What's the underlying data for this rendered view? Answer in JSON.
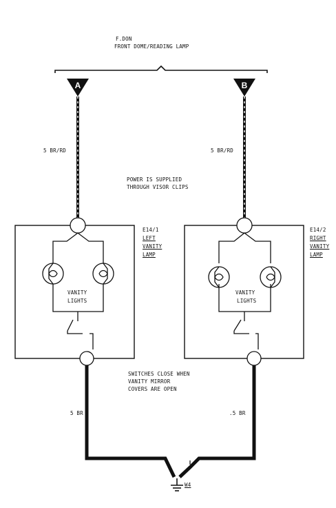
{
  "header": {
    "line1": "F.DON",
    "line2": "FRONT DOME/READING LAMP"
  },
  "connectors": {
    "a": "A",
    "b": "B"
  },
  "wires": {
    "top_left": "5 BR/RD",
    "top_right": "5 BR/RD",
    "bottom_left": "5 BR",
    "bottom_right": ".5 BR"
  },
  "notes": {
    "power_line1": "POWER IS SUPPLIED",
    "power_line2": "THROUGH VISOR CLIPS",
    "switch_line1": "SWITCHES CLOSE WHEN",
    "switch_line2": "VANITY MIRROR",
    "switch_line3": "COVERS ARE OPEN"
  },
  "components": {
    "left": {
      "id": "E14/1",
      "line2": "LEFT",
      "line3": "VANITY",
      "line4": "LAMP",
      "inner_line1": "VANITY",
      "inner_line2": "LIGHTS"
    },
    "right": {
      "id": "E14/2",
      "line2": "RIGHT",
      "line3": "VANITY",
      "line4": "LAMP",
      "inner_line1": "VANITY",
      "inner_line2": "LIGHTS"
    }
  },
  "ground": {
    "label": "W4"
  }
}
